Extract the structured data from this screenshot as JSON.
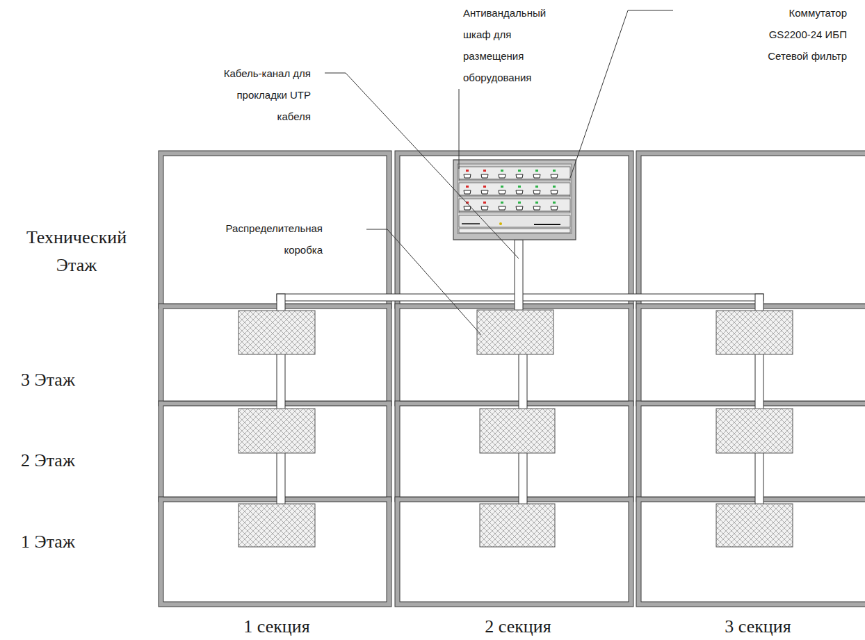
{
  "diagram": {
    "labels": [
      "Антивандальный шкаф для размещения оборудования",
      "Коммутатор GS2200-24 ИБП Сетевой фильтр",
      "Кабель-канал для прокладки UTP кабеля",
      "Технический Этаж",
      "Распределительная коробка",
      "3 Этаж",
      "2 Этаж",
      "1 Этаж",
      "1 секция",
      "2 секция",
      "3 секция"
    ]
  }
}
